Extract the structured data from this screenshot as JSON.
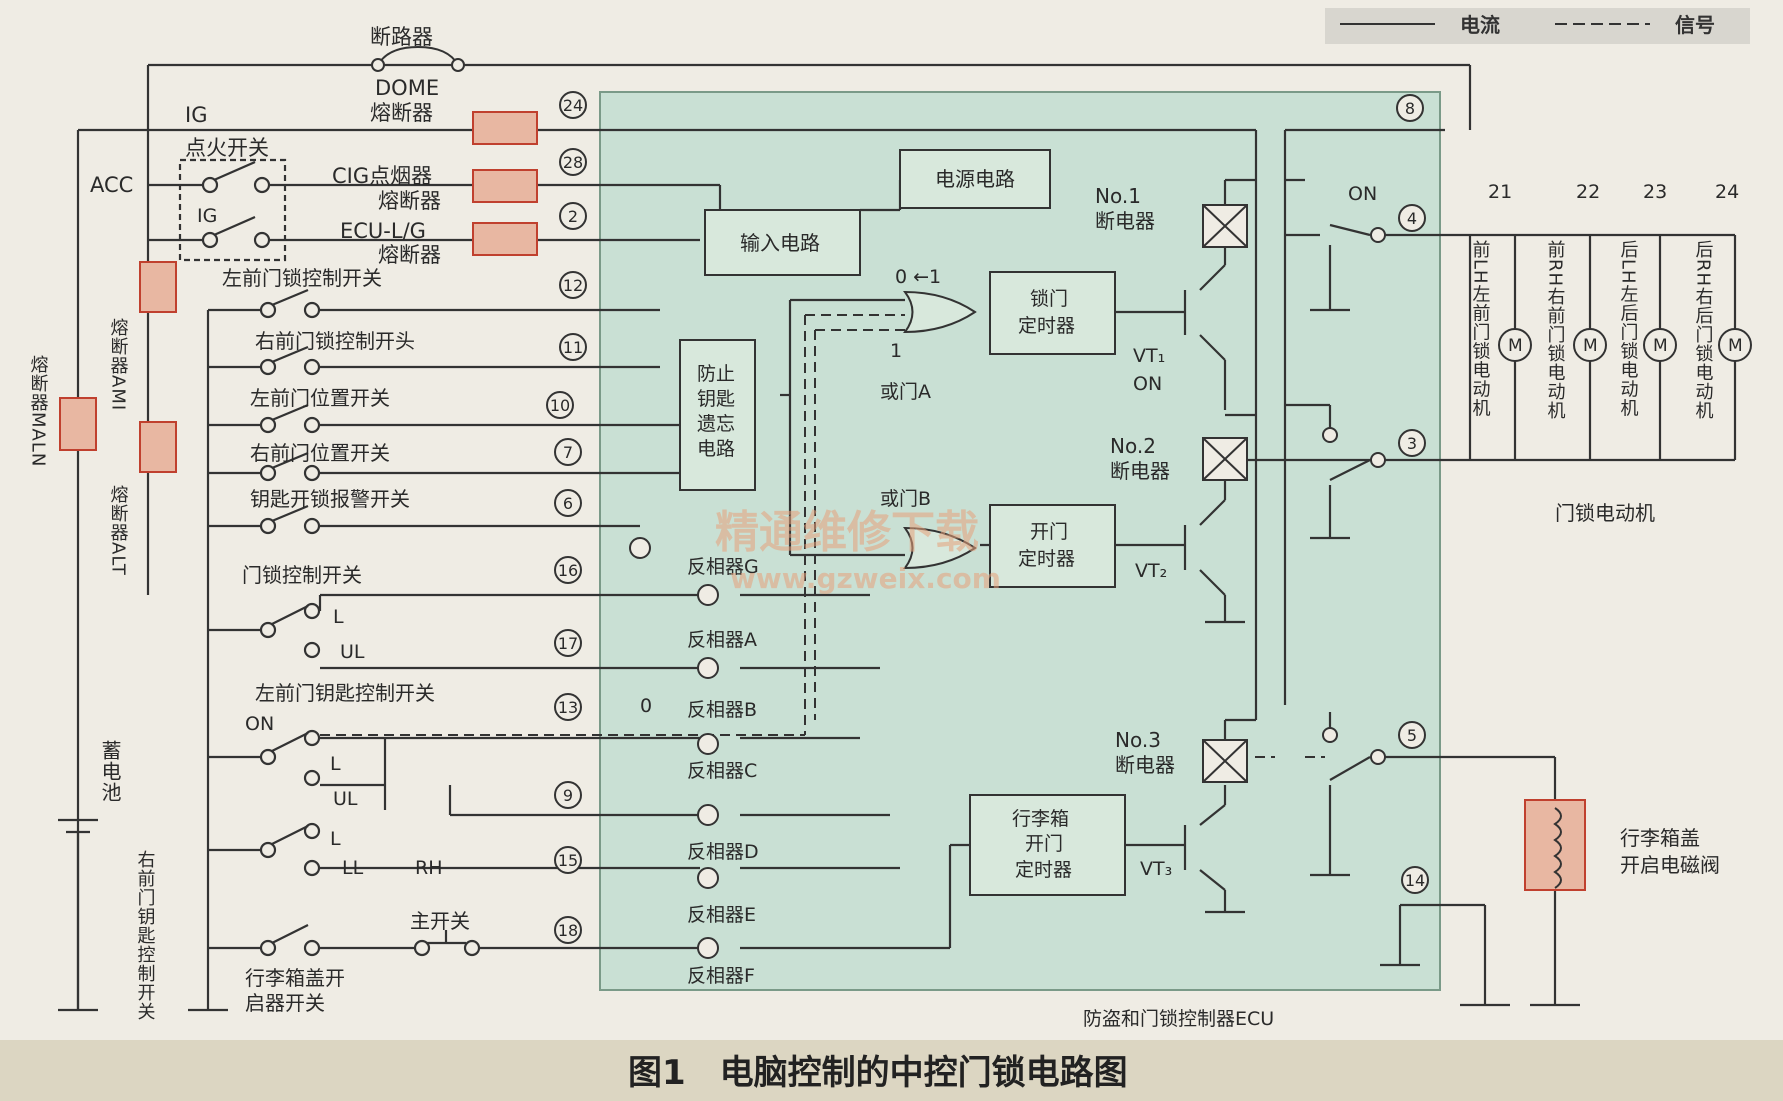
{
  "legend": {
    "current": "电流",
    "signal": "信号"
  },
  "caption": "图1　电脑控制的中控门锁电路图",
  "watermark": {
    "cn": "精通维修下载",
    "url": "www.gzweix.com"
  },
  "labels": [
    {
      "id": "lbl-circuit-breaker",
      "text": "断路器"
    },
    {
      "id": "lbl-dome",
      "text": "DOME"
    },
    {
      "id": "lbl-dome-fuse",
      "text": "熔断器"
    },
    {
      "id": "lbl-ig",
      "text": "IG"
    },
    {
      "id": "lbl-ignition-switch",
      "text": "点火开关"
    },
    {
      "id": "lbl-acc",
      "text": "ACC"
    },
    {
      "id": "lbl-ig2",
      "text": "IG"
    },
    {
      "id": "lbl-cig",
      "text": "CIG点烟器"
    },
    {
      "id": "lbl-cig-fuse",
      "text": "熔断器"
    },
    {
      "id": "lbl-ecu-ig",
      "text": "ECU-L/G"
    },
    {
      "id": "lbl-ecu-ig-fuse",
      "text": "熔断器"
    },
    {
      "id": "lbl-power-circuit",
      "text": "电源电路"
    },
    {
      "id": "lbl-input-circuit",
      "text": "输入电路"
    },
    {
      "id": "lbl-lf-lock-switch",
      "text": "左前门锁控制开关"
    },
    {
      "id": "lbl-rf-lock-switch",
      "text": "右前门锁控制开头"
    },
    {
      "id": "lbl-lf-pos-switch",
      "text": "左前门位置开关"
    },
    {
      "id": "lbl-rf-pos-switch",
      "text": "右前门位置开关"
    },
    {
      "id": "lbl-key-warn-switch",
      "text": "钥匙开锁报警开关"
    },
    {
      "id": "lbl-lock-switch",
      "text": "门锁控制开关"
    },
    {
      "id": "lbl-l1",
      "text": "L"
    },
    {
      "id": "lbl-ul1",
      "text": "UL"
    },
    {
      "id": "lbl-lf-key-switch",
      "text": "左前门钥匙控制开关"
    },
    {
      "id": "lbl-on",
      "text": "ON"
    },
    {
      "id": "lbl-l2",
      "text": "L"
    },
    {
      "id": "lbl-ul2",
      "text": "UL"
    },
    {
      "id": "lbl-l3",
      "text": "L"
    },
    {
      "id": "lbl-ll",
      "text": "LL"
    },
    {
      "id": "lbl-rh",
      "text": "RH"
    },
    {
      "id": "lbl-main-switch",
      "text": "主开关"
    },
    {
      "id": "lbl-trunk-switch-1",
      "text": "行李箱盖开"
    },
    {
      "id": "lbl-trunk-switch-2",
      "text": "启器开关"
    },
    {
      "id": "lbl-key-forget-1",
      "text": "防止"
    },
    {
      "id": "lbl-key-forget-2",
      "text": "钥匙"
    },
    {
      "id": "lbl-key-forget-3",
      "text": "遗忘"
    },
    {
      "id": "lbl-key-forget-4",
      "text": "电路"
    },
    {
      "id": "lbl-or-a",
      "text": "或门A"
    },
    {
      "id": "lbl-or-b",
      "text": "或门B"
    },
    {
      "id": "lbl-lock-timer-1",
      "text": "锁门"
    },
    {
      "id": "lbl-lock-timer-2",
      "text": "定时器"
    },
    {
      "id": "lbl-unlock-timer-1",
      "text": "开门"
    },
    {
      "id": "lbl-unlock-timer-2",
      "text": "定时器"
    },
    {
      "id": "lbl-trunk-timer-1",
      "text": "行李箱"
    },
    {
      "id": "lbl-trunk-timer-2",
      "text": "开门"
    },
    {
      "id": "lbl-trunk-timer-3",
      "text": "定时器"
    },
    {
      "id": "lbl-inv-g",
      "text": "反相器G"
    },
    {
      "id": "lbl-inv-a",
      "text": "反相器A"
    },
    {
      "id": "lbl-inv-b",
      "text": "反相器B"
    },
    {
      "id": "lbl-inv-c",
      "text": "反相器C"
    },
    {
      "id": "lbl-inv-d",
      "text": "反相器D"
    },
    {
      "id": "lbl-inv-e",
      "text": "反相器E"
    },
    {
      "id": "lbl-inv-f",
      "text": "反相器F"
    },
    {
      "id": "lbl-no1",
      "text": "No.1"
    },
    {
      "id": "lbl-no1-b",
      "text": "断电器"
    },
    {
      "id": "lbl-no2",
      "text": "No.2"
    },
    {
      "id": "lbl-no2-b",
      "text": "断电器"
    },
    {
      "id": "lbl-no3",
      "text": "No.3"
    },
    {
      "id": "lbl-no3-b",
      "text": "断电器"
    },
    {
      "id": "lbl-vt1",
      "text": "VT₁"
    },
    {
      "id": "lbl-vt1-on",
      "text": "ON"
    },
    {
      "id": "lbl-vt2",
      "text": "VT₂"
    },
    {
      "id": "lbl-vt3",
      "text": "VT₃"
    },
    {
      "id": "lbl-relay-on",
      "text": "ON"
    },
    {
      "id": "lbl-zero-one",
      "text": "0 ←1"
    },
    {
      "id": "lbl-one",
      "text": "1"
    },
    {
      "id": "lbl-zero",
      "text": "0"
    },
    {
      "id": "lbl-ecu",
      "text": "防盗和门锁控制器ECU"
    },
    {
      "id": "lbl-motor",
      "text": "门锁电动机"
    },
    {
      "id": "lbl-trunk-sol-1",
      "text": "行李箱盖"
    },
    {
      "id": "lbl-trunk-sol-2",
      "text": "开启电磁阀"
    },
    {
      "id": "lbl-m21",
      "text": "21"
    },
    {
      "id": "lbl-m22",
      "text": "22"
    },
    {
      "id": "lbl-m23",
      "text": "23"
    },
    {
      "id": "lbl-m24",
      "text": "24"
    },
    {
      "id": "lbl-motor-m",
      "text": "M"
    }
  ],
  "terminals": [
    "24",
    "28",
    "2",
    "12",
    "11",
    "10",
    "7",
    "6",
    "16",
    "17",
    "13",
    "9",
    "15",
    "18",
    "8",
    "4",
    "3",
    "5",
    "14"
  ],
  "vertical_labels": [
    {
      "id": "v-main-fuse",
      "text": "熔断器MALN"
    },
    {
      "id": "v-ami",
      "text": "熔断器AMI"
    },
    {
      "id": "v-alt",
      "text": "熔断器ALT"
    },
    {
      "id": "v-battery",
      "text": "蓄电池"
    },
    {
      "id": "v-rf-key",
      "text": "右前门钥匙控制开关"
    },
    {
      "id": "v-motor-lf",
      "text": "前LH左前门锁电动机"
    },
    {
      "id": "v-motor-rf",
      "text": "前RH右前门锁电动机"
    },
    {
      "id": "v-motor-lr",
      "text": "后LH左后门锁电动机"
    },
    {
      "id": "v-motor-rr",
      "text": "后RH右后门锁电动机"
    }
  ]
}
